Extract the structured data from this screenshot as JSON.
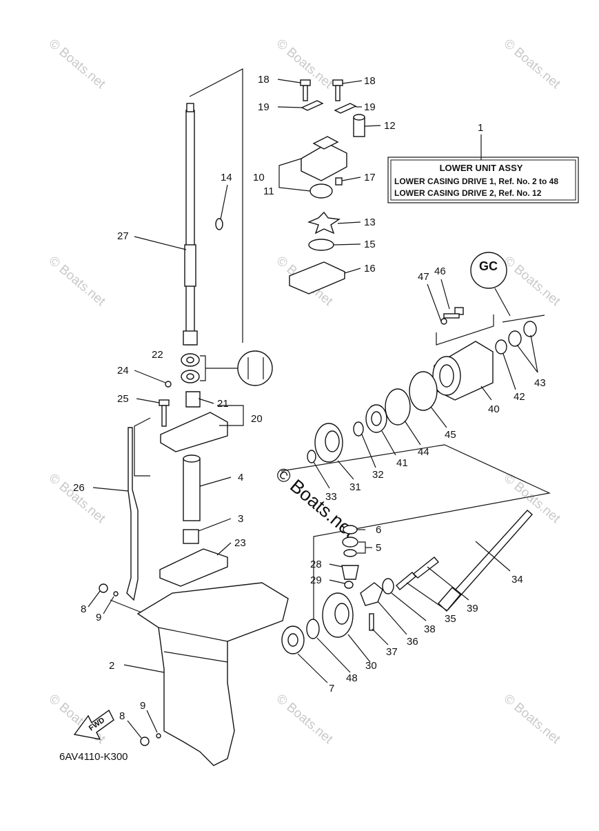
{
  "assembly_box": {
    "title": "LOWER UNIT ASSY",
    "rows": [
      "LOWER CASING DRIVE 1,  Ref. No. 2 to 48",
      "LOWER CASING DRIVE 2,  Ref. No. 12"
    ]
  },
  "diagram_code": "6AV4110-K300",
  "fwd_label": "FWD",
  "watermark_text": "© Boats.net",
  "big_watermark_text": "© Boats.net",
  "callouts": [
    "1",
    "2",
    "3",
    "4",
    "5",
    "6",
    "7",
    "8",
    "9",
    "10",
    "11",
    "12",
    "13",
    "14",
    "15",
    "16",
    "17",
    "18",
    "19",
    "20",
    "21",
    "22",
    "23",
    "24",
    "25",
    "26",
    "27",
    "28",
    "29",
    "30",
    "31",
    "32",
    "33",
    "34",
    "35",
    "36",
    "37",
    "38",
    "39",
    "40",
    "41",
    "42",
    "43",
    "44",
    "45",
    "46",
    "47",
    "48"
  ],
  "callout_labels": {
    "c1": "1",
    "c2": "2",
    "c3": "3",
    "c4": "4",
    "c5": "5",
    "c6": "6",
    "c7": "7",
    "c8a": "8",
    "c8b": "8",
    "c9a": "9",
    "c9b": "9",
    "c10": "10",
    "c11": "11",
    "c12": "12",
    "c13": "13",
    "c14": "14",
    "c15": "15",
    "c16": "16",
    "c17": "17",
    "c18a": "18",
    "c18b": "18",
    "c19a": "19",
    "c19b": "19",
    "c20": "20",
    "c21": "21",
    "c22": "22",
    "c23": "23",
    "c24": "24",
    "c25": "25",
    "c26": "26",
    "c27": "27",
    "c28": "28",
    "c29": "29",
    "c30": "30",
    "c31": "31",
    "c32": "32",
    "c33": "33",
    "c34": "34",
    "c35": "35",
    "c36": "36",
    "c37": "37",
    "c38": "38",
    "c39": "39",
    "c40": "40",
    "c41": "41",
    "c42": "42",
    "c43": "43",
    "c44": "44",
    "c45": "45",
    "c46": "46",
    "c47": "47",
    "c48": "48"
  }
}
